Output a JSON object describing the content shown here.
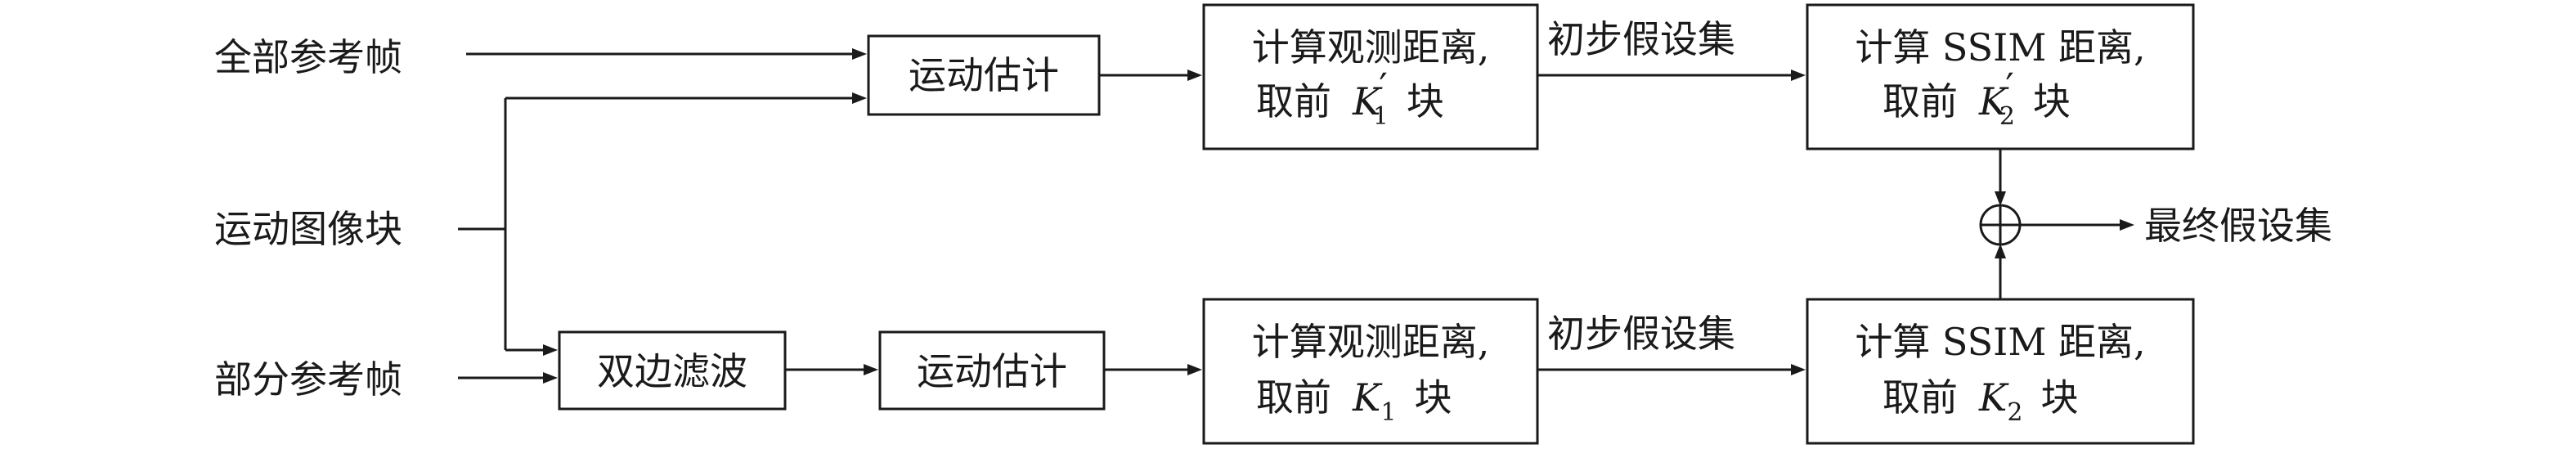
{
  "inputs": {
    "all_ref_frames": "全部参考帧",
    "motion_block": "运动图像块",
    "partial_ref_frames": "部分参考帧"
  },
  "boxes": {
    "motion_est_top": "运动估计",
    "bilateral_filter": "双边滤波",
    "motion_est_bottom": "运动估计",
    "obs_top": {
      "line1": "计算观测距离,",
      "line2_prefix": "取前",
      "var": "K",
      "sub": "1",
      "prime": "′",
      "line2_suffix": "块"
    },
    "ssim_top": {
      "line1": "计算 SSIM 距离,",
      "line2_prefix": "取前",
      "var": "K",
      "sub": "2",
      "prime": "′",
      "line2_suffix": "块"
    },
    "obs_bottom": {
      "line1": "计算观测距离,",
      "line2_prefix": "取前",
      "var": "K",
      "sub": "1",
      "line2_suffix": "块"
    },
    "ssim_bottom": {
      "line1": "计算 SSIM 距离,",
      "line2_prefix": "取前",
      "var": "K",
      "sub": "2",
      "line2_suffix": "块"
    }
  },
  "edge_labels": {
    "initial_hypothesis_top": "初步假设集",
    "initial_hypothesis_bottom": "初步假设集"
  },
  "output": {
    "final_hypothesis": "最终假设集"
  },
  "icons": {
    "combine": "circled-plus-icon"
  }
}
